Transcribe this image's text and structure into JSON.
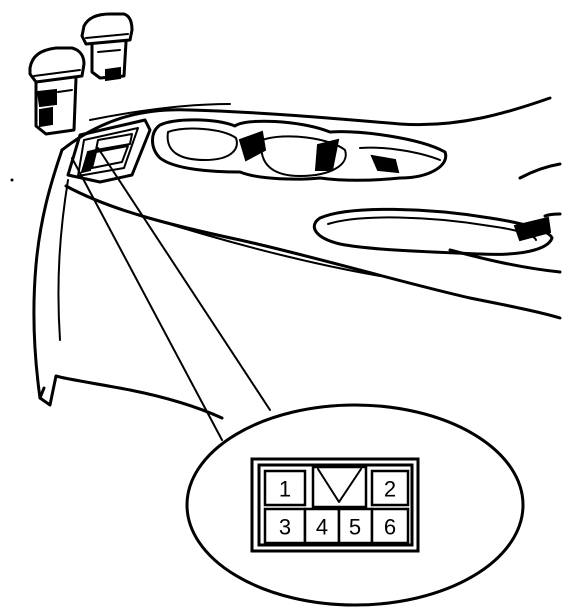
{
  "connector": {
    "pins": [
      {
        "label": "1"
      },
      {
        "label": "2"
      },
      {
        "label": "3"
      },
      {
        "label": "4"
      },
      {
        "label": "5"
      },
      {
        "label": "6"
      }
    ]
  },
  "colors": {
    "ink": "#000000",
    "paper": "#ffffff"
  }
}
